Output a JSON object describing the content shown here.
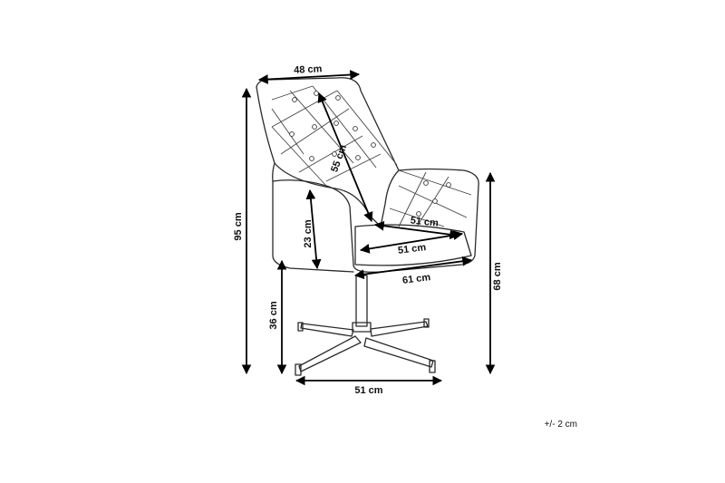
{
  "dimensions": {
    "width_top": "48 cm",
    "backrest_diag": "55 cm",
    "seat_depth": "51 cm",
    "seat_width": "51 cm",
    "armrest_height": "23 cm",
    "overall_width": "61 cm",
    "total_height": "95 cm",
    "seat_height": "36 cm",
    "armrest_total": "68 cm",
    "base_width": "51 cm"
  },
  "tolerance": "+/- 2 cm",
  "icons": {
    "chair": "armchair-drawing",
    "arrow": "dimension-arrow"
  }
}
